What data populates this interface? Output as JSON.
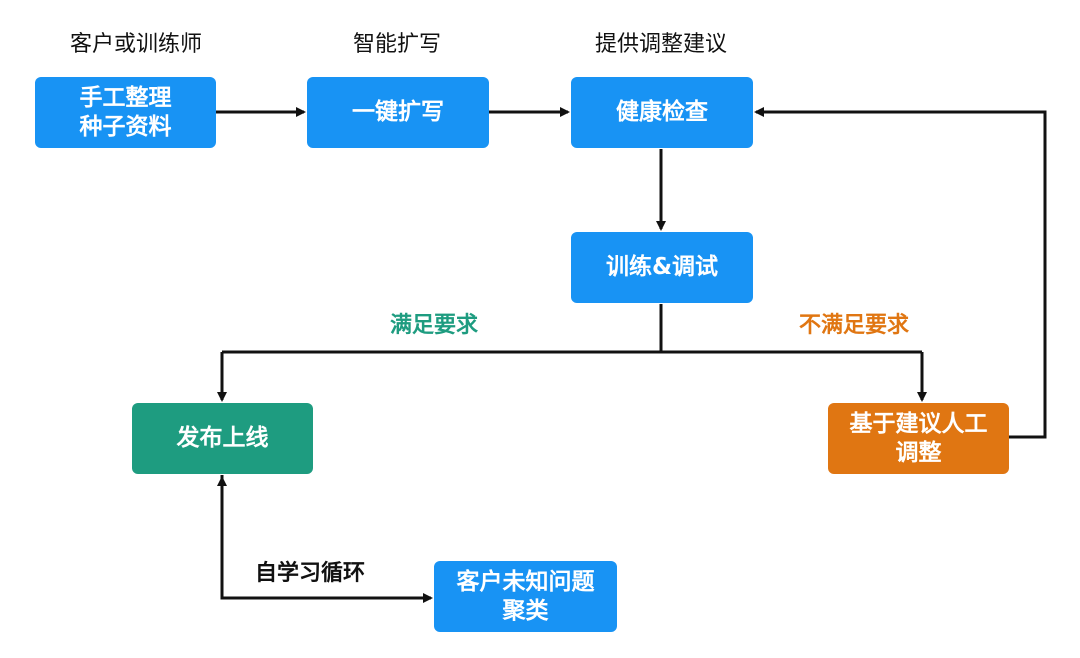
{
  "headers": {
    "customer_or_trainer": "客户或训练师",
    "smart_expand": "智能扩写",
    "provide_advice": "提供调整建议"
  },
  "nodes": {
    "seed_material": "手工整理\n种子资料",
    "one_click_expand": "一键扩写",
    "health_check": "健康检查",
    "train_debug": "训练&调试",
    "publish_online": "发布上线",
    "manual_adjust": "基于建议人工\n调整",
    "unknown_cluster": "客户未知问题\n聚类"
  },
  "edge_labels": {
    "meets": "满足要求",
    "not_meets": "不满足要求",
    "self_learning_loop": "自学习循环"
  },
  "colors": {
    "blue": "#1893f4",
    "green": "#1e9c80",
    "orange": "#e07612",
    "line": "#111111"
  }
}
